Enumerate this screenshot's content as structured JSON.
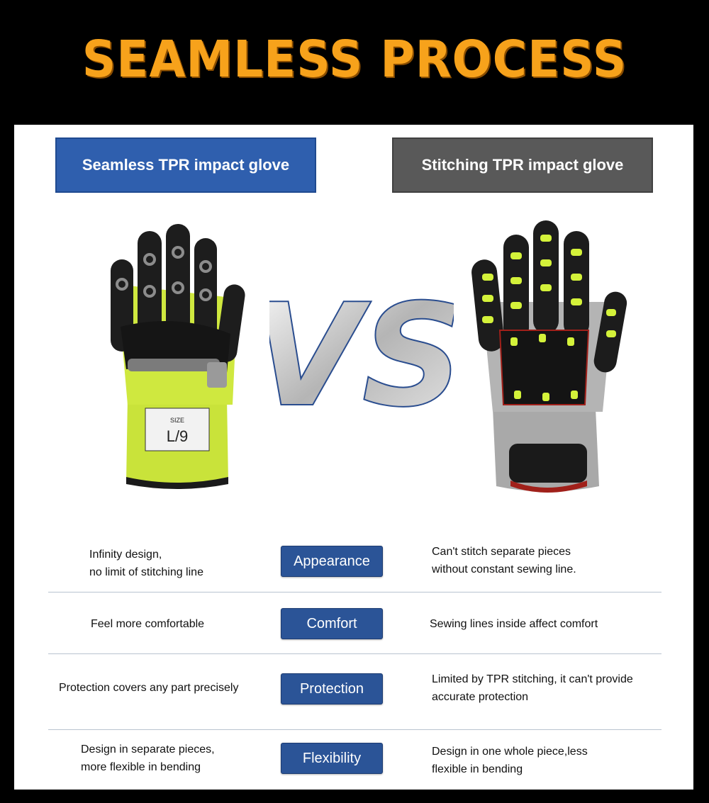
{
  "banner": {
    "title": "SEAMLESS PROCESS"
  },
  "headers": {
    "left": "Seamless TPR impact glove",
    "right": "Stitching TPR impact glove"
  },
  "glove_tag": {
    "size": "L/9",
    "size_label": "SIZE"
  },
  "vs_label": "VS",
  "colors": {
    "banner_text": "#f7a21b",
    "left_header": "#2f5fae",
    "right_header": "#595959",
    "pill": "#2b5497"
  },
  "comparison": [
    {
      "left": "Infinity design,\nno limit of stitching line",
      "label": "Appearance",
      "right": "Can't stitch separate pieces\nwithout constant sewing line."
    },
    {
      "left": "Feel more comfortable",
      "label": "Comfort",
      "right": "Sewing lines inside affect comfort"
    },
    {
      "left": "Protection covers any part precisely",
      "label": "Protection",
      "right": "Limited by TPR stitching, it can't provide\naccurate protection"
    },
    {
      "left": "Design in separate pieces,\nmore flexible in bending",
      "label": "Flexibility",
      "right": "Design in one whole piece,less\nflexible in bending"
    }
  ]
}
